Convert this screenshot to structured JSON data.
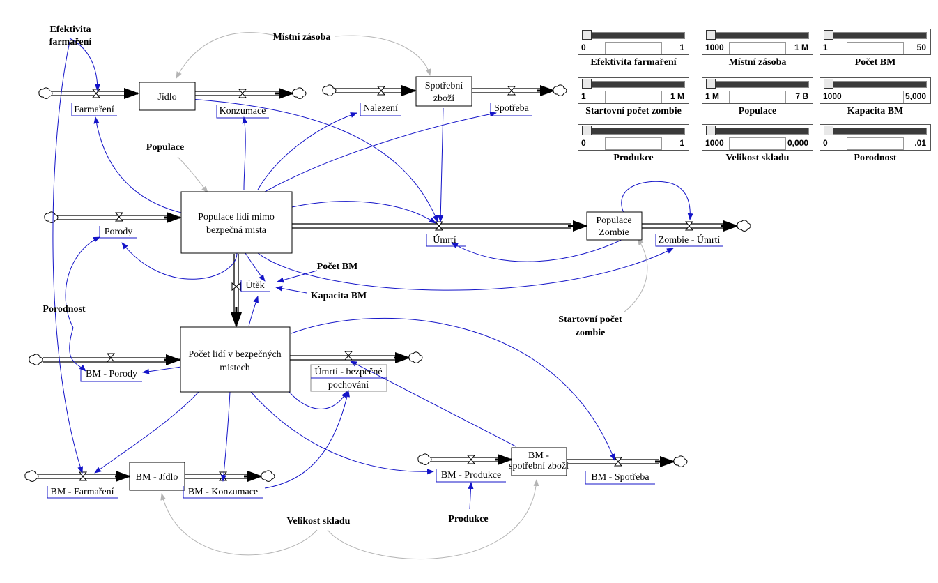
{
  "stocks": {
    "jidlo": "Jídlo",
    "spotrebni_zbozi": "Spotřební zboží",
    "populace_mimo": "Populace lidí mimo bezpečná místa",
    "populace_zombie": "Populace Zombie",
    "pocet_bm": "Počet lidí v bezpečných místech",
    "bm_jidlo": "BM - Jídlo",
    "bm_spotrebni": "BM - spotřební zboží"
  },
  "flows": {
    "farmareni": "Farmaření",
    "konzumace": "Konzumace",
    "nalezeni": "Nalezení",
    "spotreba": "Spotřeba",
    "porody": "Porody",
    "umrti": "Úmrtí",
    "zombie_umrti": "Zombie - Úmrtí",
    "utek": "Útěk",
    "bm_porody": "BM - Porody",
    "umrti_bezpecne": "Úmrtí - bezpečné pochování",
    "bm_farmareni": "BM - Farmaření",
    "bm_konzumace": "BM - Konzumace",
    "bm_produkce": "BM - Produkce",
    "bm_spotreba": "BM - Spotřeba"
  },
  "parameters": {
    "efektivita": "Efektivita farmaření",
    "mistni_zasoba": "Místní zásoba",
    "populace": "Populace",
    "pocet_bm": "Počet BM",
    "kapacita_bm": "Kapacita BM",
    "porodnost": "Porodnost",
    "startovni": "Startovní počet zombie",
    "velikost_skladu": "Velikost skladu",
    "produkce": "Produkce"
  },
  "sliders": [
    {
      "label": "Efektivita farmaření",
      "min": "0",
      "max": "1",
      "value_fraction": 0
    },
    {
      "label": "Místní zásoba",
      "min": "1000",
      "max": "1 M",
      "value_fraction": 0
    },
    {
      "label": "Počet BM",
      "min": "1",
      "max": "50",
      "value_fraction": 0
    },
    {
      "label": "Startovní počet zombie",
      "min": "1",
      "max": "1 M",
      "value_fraction": 0
    },
    {
      "label": "Populace",
      "min": "1 M",
      "max": "7 B",
      "value_fraction": 0
    },
    {
      "label": "Kapacita BM",
      "min": "1000",
      "max": "5,000",
      "value_fraction": 0
    },
    {
      "label": "Produkce",
      "min": "0",
      "max": "1",
      "value_fraction": 0
    },
    {
      "label": "Velikost skladu",
      "min": "1000",
      "max": "0,000",
      "value_fraction": 0
    },
    {
      "label": "Porodnost",
      "min": "0",
      "max": ".01",
      "value_fraction": 0
    }
  ],
  "colors": {
    "link": "#1414c8",
    "shadow_link": "#b4b4b4",
    "pipe": "#000000"
  }
}
